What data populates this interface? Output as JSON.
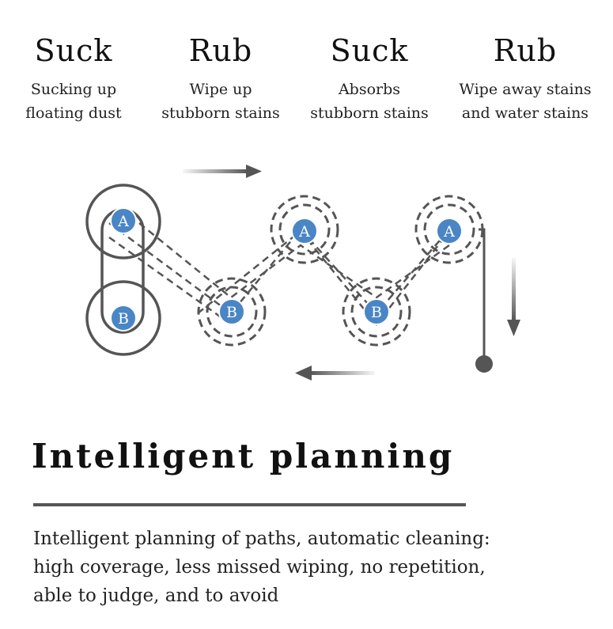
{
  "steps": [
    {
      "title": "Suck",
      "desc_line1": "Sucking up",
      "desc_line2": "floating dust"
    },
    {
      "title": "Rub",
      "desc_line1": "Wipe up",
      "desc_line2": "stubborn stains"
    },
    {
      "title": "Suck",
      "desc_line1": "Absorbs",
      "desc_line2": "stubborn stains"
    },
    {
      "title": "Rub",
      "desc_line1": "Wipe away stains",
      "desc_line2": "and water stains"
    }
  ],
  "nodes": [
    "A",
    "B",
    "B",
    "A",
    "B",
    "A"
  ],
  "heading": "Intelligent planning",
  "description": {
    "line1": "Intelligent planning of paths, automatic cleaning:",
    "line2": "high coverage, less missed wiping, no repetition,",
    "line3": "able to judge, and to avoid"
  },
  "colors": {
    "node_fill": "#4a86c5",
    "node_border": "#ffffff",
    "line": "#555555",
    "dashed": "#555555"
  }
}
